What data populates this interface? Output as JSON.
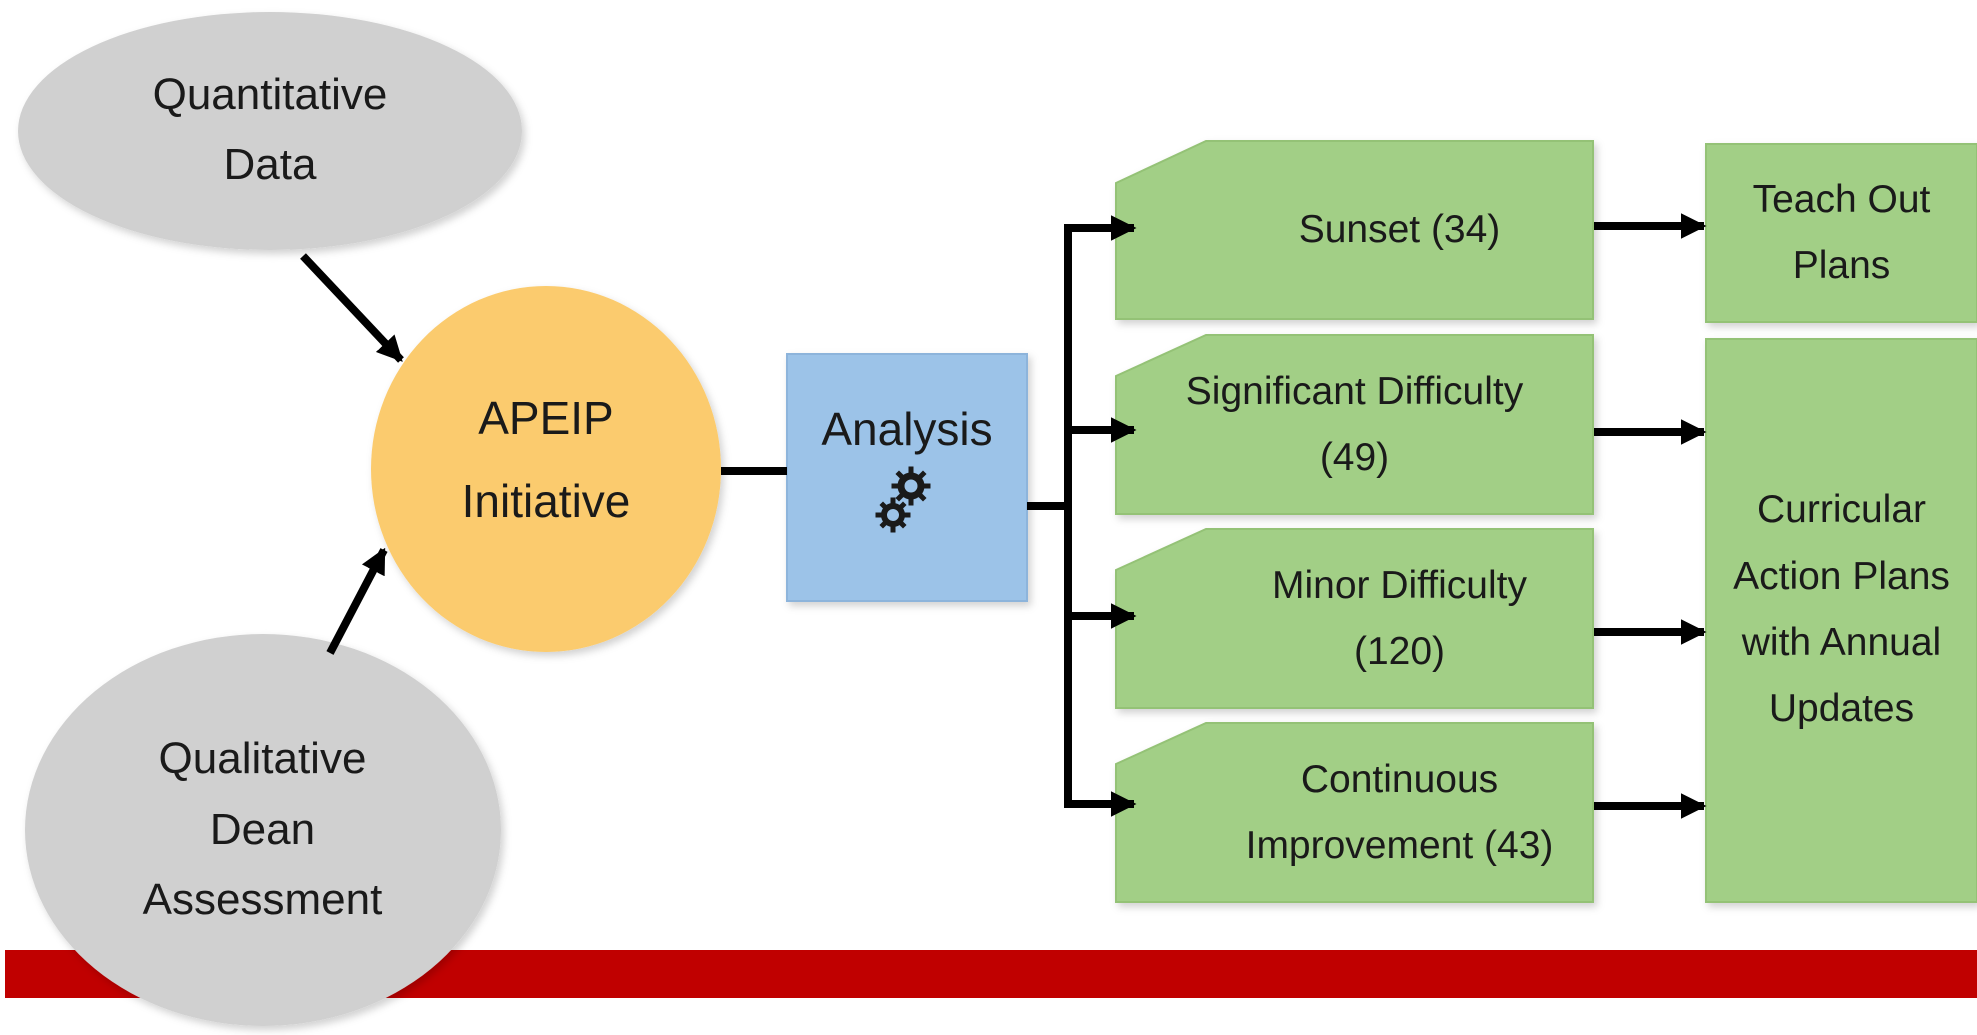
{
  "inputs": {
    "quantitative": [
      "Quantitative",
      "Data"
    ],
    "qualitative": [
      "Qualitative",
      "Dean",
      "Assessment"
    ]
  },
  "initiative": [
    "APEIP",
    "Initiative"
  ],
  "analysis": {
    "label": "Analysis",
    "icon": "gears-icon"
  },
  "categories": [
    {
      "lines": [
        "Sunset (34)"
      ]
    },
    {
      "lines": [
        "Significant Difficulty",
        "(49)"
      ]
    },
    {
      "lines": [
        "Minor Difficulty",
        "(120)"
      ]
    },
    {
      "lines": [
        "Continuous",
        "Improvement (43)"
      ]
    }
  ],
  "outcomes": {
    "teach_out": [
      "Teach Out",
      "Plans"
    ],
    "curricular": [
      "Curricular",
      "Action Plans",
      "with Annual",
      "Updates"
    ]
  },
  "colors": {
    "ellipse_fill": "#d0d0d0",
    "circle_fill": "#fbcb6e",
    "analysis_fill": "#9cc3e8",
    "box_fill": "#a2cf86",
    "box_border": "#94c276",
    "footer_bar": "#c00000",
    "arrow": "#000000"
  }
}
